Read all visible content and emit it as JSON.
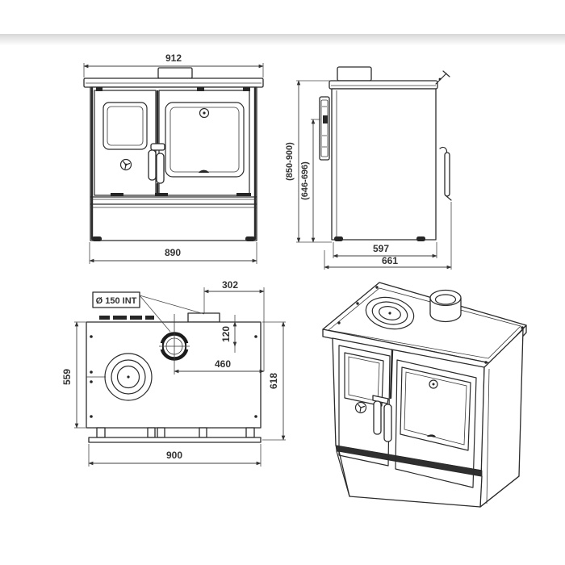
{
  "page": {
    "background": "#ffffff",
    "header_band_color": "#d7d7d7"
  },
  "colors": {
    "line": "#2b2b2b",
    "dimension_line": "#404040",
    "text": "#333333"
  },
  "views": {
    "front": {
      "dims": {
        "width_top": "912",
        "width_bottom": "890"
      }
    },
    "side": {
      "dims": {
        "height_overall": "(850-900)",
        "flue_height": "(646-696)",
        "depth_body": "597",
        "depth_overall": "661"
      }
    },
    "top": {
      "flue_label": "Ø 150 INT",
      "dims": {
        "flue_to_back": "302",
        "flue_center_offset": "120",
        "flue_to_side": "460",
        "depth_body": "559",
        "depth_overall": "618",
        "width": "900"
      }
    },
    "isometric": {}
  }
}
